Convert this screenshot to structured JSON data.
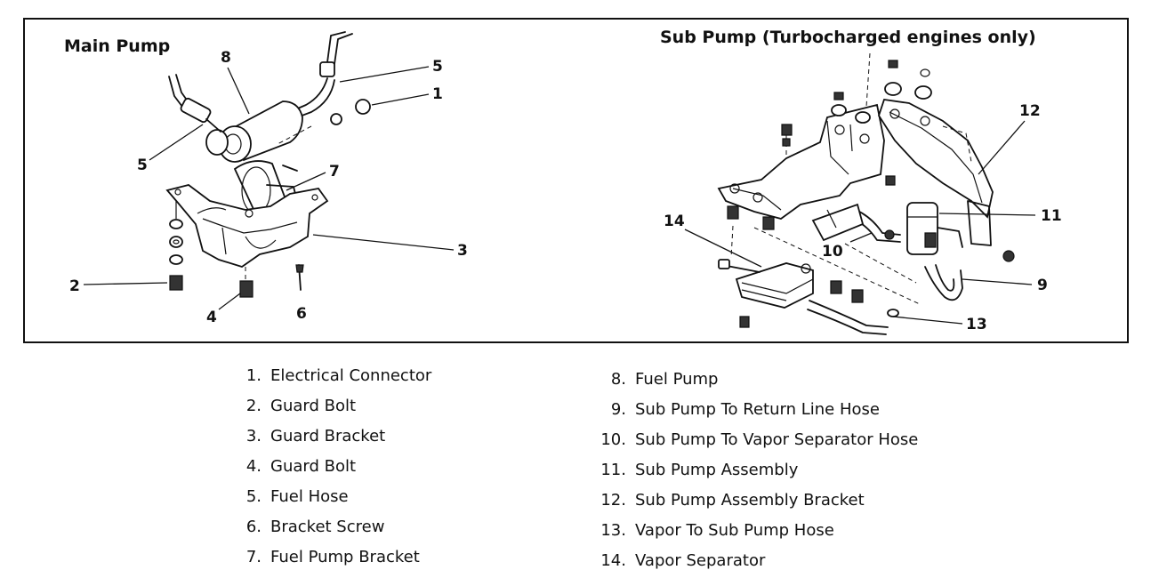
{
  "diagram": {
    "main_pump_title": "Main Pump",
    "sub_pump_title": "Sub Pump (Turbocharged engines only)",
    "callouts": {
      "main": [
        "8",
        "5",
        "1",
        "5",
        "7",
        "3",
        "2",
        "4",
        "6"
      ],
      "sub": [
        "12",
        "14",
        "11",
        "10",
        "9",
        "13"
      ]
    }
  },
  "legend": {
    "left": [
      {
        "num": "1.",
        "label": "Electrical Connector"
      },
      {
        "num": "2.",
        "label": "Guard Bolt"
      },
      {
        "num": "3.",
        "label": "Guard Bracket"
      },
      {
        "num": "4.",
        "label": "Guard Bolt"
      },
      {
        "num": "5.",
        "label": "Fuel Hose"
      },
      {
        "num": "6.",
        "label": "Bracket Screw"
      },
      {
        "num": "7.",
        "label": "Fuel Pump Bracket"
      }
    ],
    "right": [
      {
        "num": "8.",
        "label": "Fuel Pump"
      },
      {
        "num": "9.",
        "label": "Sub Pump To Return Line Hose"
      },
      {
        "num": "10.",
        "label": "Sub Pump To Vapor Separator Hose"
      },
      {
        "num": "11.",
        "label": "Sub Pump Assembly"
      },
      {
        "num": "12.",
        "label": "Sub Pump Assembly Bracket"
      },
      {
        "num": "13.",
        "label": "Vapor To Sub Pump Hose"
      },
      {
        "num": "14.",
        "label": "Vapor Separator"
      }
    ]
  }
}
